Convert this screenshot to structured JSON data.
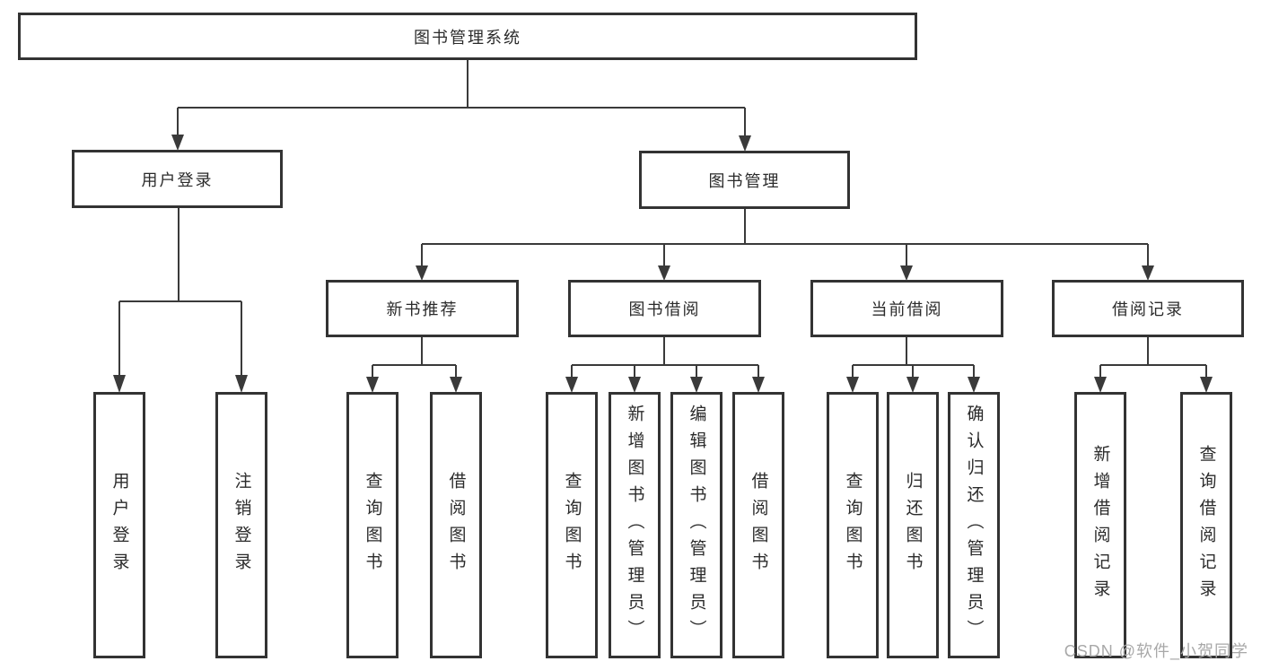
{
  "diagram": {
    "root": "图书管理系统",
    "branches": [
      {
        "label": "用户登录",
        "leaves": [
          "用户登录",
          "注销登录"
        ]
      },
      {
        "label": "图书管理",
        "groups": [
          {
            "label": "新书推荐",
            "leaves": [
              "查询图书",
              "借阅图书"
            ]
          },
          {
            "label": "图书借阅",
            "leaves": [
              "查询图书",
              "新增图书（管理员）",
              "编辑图书（管理员）",
              "借阅图书"
            ]
          },
          {
            "label": "当前借阅",
            "leaves": [
              "查询图书",
              "归还图书",
              "确认归还（管理员）"
            ]
          },
          {
            "label": "借阅记录",
            "leaves": [
              "新增借阅记录",
              "查询借阅记录"
            ]
          }
        ]
      }
    ]
  },
  "watermark": {
    "text": "CSDN @软件_小贺同学"
  },
  "colors": {
    "line": "#3a3a3a",
    "box_border": "#333333",
    "text": "#2b2b2b",
    "watermark": "#a8a8a8",
    "background": "#ffffff"
  }
}
